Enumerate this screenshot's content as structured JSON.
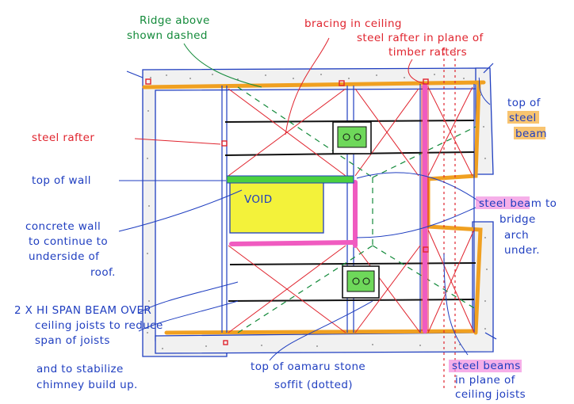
{
  "annotations": {
    "ridge": [
      "Ridge above",
      "shown dashed"
    ],
    "bracing": "bracing in ceiling",
    "steel_rafter_plane": [
      "steel rafter in plane of",
      "timber rafters"
    ],
    "steel_rafter": "steel rafter",
    "top_of_wall": "top of wall",
    "top_steel_beam": [
      "top of",
      "steel",
      "beam"
    ],
    "void": "VOID",
    "concrete_wall": [
      "concrete wall",
      "to continue to",
      "underside of",
      "roof."
    ],
    "steel_beam_bridge": [
      "steel beam to",
      "bridge",
      "arch",
      "under."
    ],
    "hi_span": [
      "2 X HI SPAN BEAM OVER",
      "ceiling joists to reduce",
      "span of joists"
    ],
    "stabilize": [
      "and to stabilize",
      "chimney build up."
    ],
    "oamaru": [
      "top of oamaru stone",
      "soffit   (dotted)"
    ],
    "steel_beams_joists": [
      "steel beams",
      "in plane of",
      "ceiling joists"
    ]
  },
  "colors": {
    "blue_ink": "#1f3ec0",
    "red_ink": "#e0242e",
    "green_ink": "#138a3a",
    "black_ink": "#111111",
    "orange_highlight": "#f6b040",
    "pink_highlight": "#f28de0",
    "yellow_fill": "#f3f23a",
    "green_fill": "#6ed85a"
  }
}
